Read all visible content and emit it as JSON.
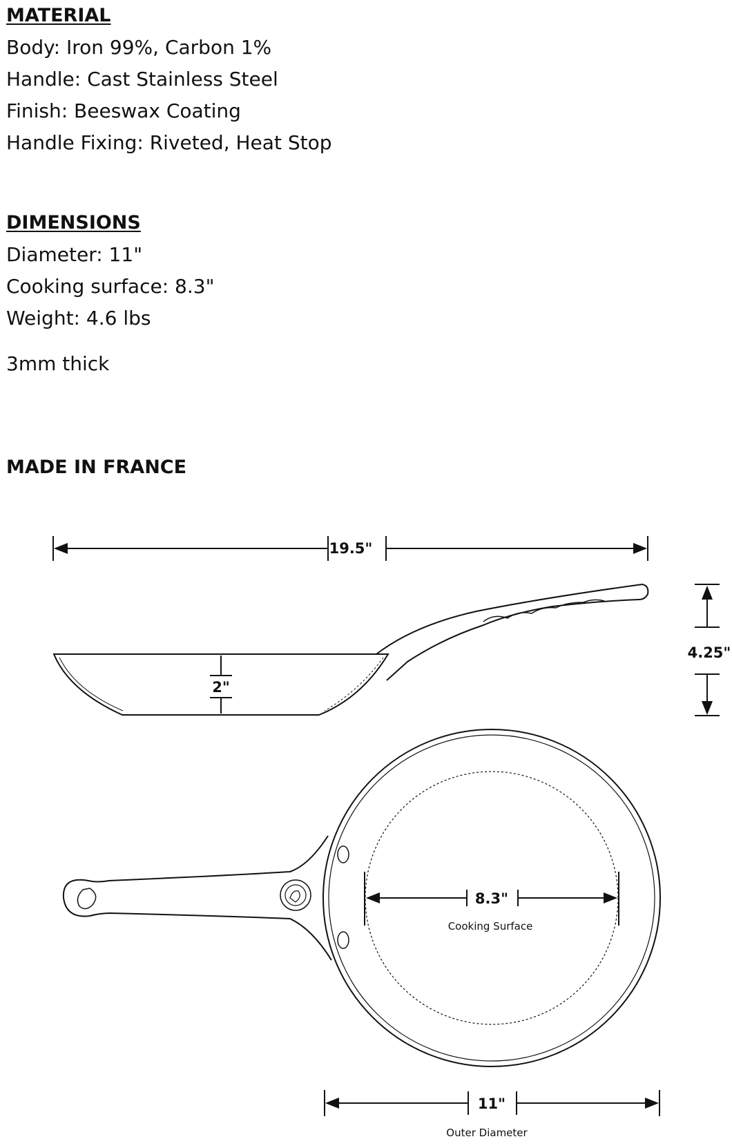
{
  "material": {
    "title": "MATERIAL",
    "lines": [
      "Body: Iron 99%, Carbon 1%",
      "Handle: Cast Stainless Steel",
      "Finish: Beeswax Coating",
      "Handle Fixing: Riveted, Heat Stop"
    ]
  },
  "dimensions": {
    "title": "DIMENSIONS",
    "lines": [
      "Diameter: 11\"",
      "Cooking surface: 8.3\"",
      "Weight: 4.6 lbs"
    ],
    "extra": "3mm thick"
  },
  "origin": "MADE IN FRANCE",
  "diagram": {
    "length_label": "19.5\"",
    "height_label": "4.25\"",
    "depth_label": "2\"",
    "cooking_label": "8.3\"",
    "cooking_caption": "Cooking Surface",
    "outer_label": "11\"",
    "outer_caption": "Outer Diameter"
  }
}
